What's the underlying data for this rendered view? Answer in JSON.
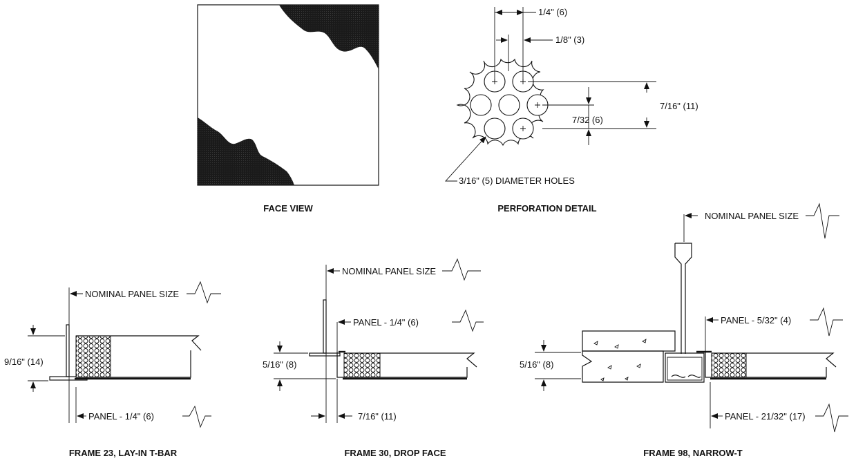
{
  "views": {
    "face": {
      "caption": "FACE VIEW"
    },
    "perforation": {
      "caption": "PERFORATION DETAIL",
      "dim_spacing": "1/4\" (6)",
      "dim_gap": "1/8\" (3)",
      "dim_row_total": "7/16\" (11)",
      "dim_row": "7/32 (6)",
      "holes_note": "3/16\" (5) DIAMETER HOLES"
    }
  },
  "frames": [
    {
      "caption": "FRAME 23, LAY-IN T-BAR",
      "nominal": "NOMINAL PANEL SIZE",
      "height": "9/16\" (14)",
      "panel": "PANEL - 1/4\" (6)"
    },
    {
      "caption": "FRAME 30, DROP FACE",
      "nominal": "NOMINAL PANEL SIZE",
      "height": "5/16\" (8)",
      "panel": "PANEL - 1/4\" (6)",
      "drop": "7/16\" (11)"
    },
    {
      "caption": "FRAME 98, NARROW-T",
      "nominal": "NOMINAL PANEL SIZE",
      "height": "5/16\" (8)",
      "panel_top": "PANEL - 5/32\" (4)",
      "panel_bottom": "PANEL - 21/32\" (17)"
    }
  ]
}
